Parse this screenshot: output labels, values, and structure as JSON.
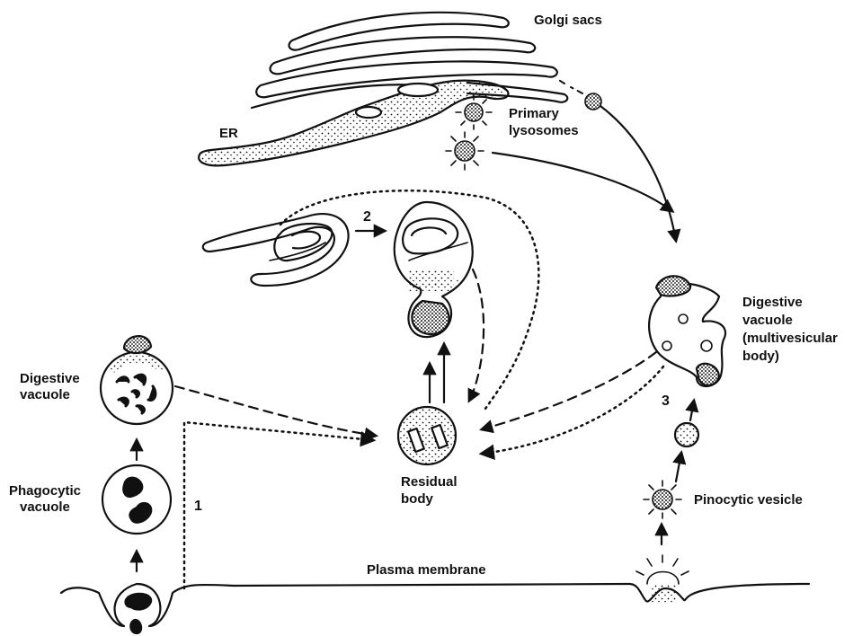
{
  "labels": {
    "golgi_sacs": "Golgi sacs",
    "er": "ER",
    "primary_lysosomes_1": "Primary",
    "primary_lysosomes_2": "lysosomes",
    "digestive_vacuole_left_1": "Digestive",
    "digestive_vacuole_left_2": "vacuole",
    "phagocytic_vacuole_1": "Phagocytic",
    "phagocytic_vacuole_2": "vacuole",
    "residual_body_1": "Residual",
    "residual_body_2": "body",
    "digestive_vacuole_right_1": "Digestive",
    "digestive_vacuole_right_2": "vacuole",
    "digestive_vacuole_right_3": "(multivesicular",
    "digestive_vacuole_right_4": "body)",
    "pinocytic_vesicle": "Pinocytic vesicle",
    "plasma_membrane": "Plasma membrane",
    "pathway_1": "1",
    "pathway_2": "2",
    "pathway_3": "3"
  },
  "colors": {
    "ink": "#111111",
    "background": "#ffffff"
  }
}
